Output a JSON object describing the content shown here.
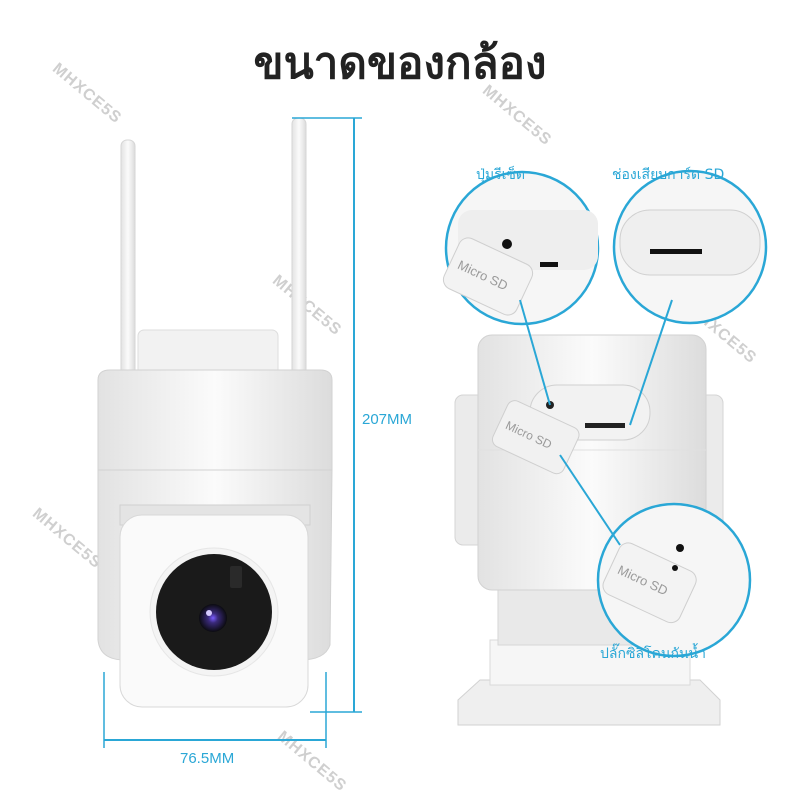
{
  "title": "ขนาดของกล้อง",
  "dimensions": {
    "height": "207MM",
    "width": "76.5MM"
  },
  "callouts": {
    "reset_button": "ปุ่มรีเซ็ต",
    "sd_slot": "ช่องเสียบการ์ด SD",
    "waterproof_plug": "ปลั๊กซิลิโคนกันน้ำ"
  },
  "plug_text": "Micro SD",
  "watermark": "MHXCE5S",
  "colors": {
    "accent": "#2aa7d6",
    "body": "#f4f4f4",
    "lens": "#1a1a1a"
  }
}
